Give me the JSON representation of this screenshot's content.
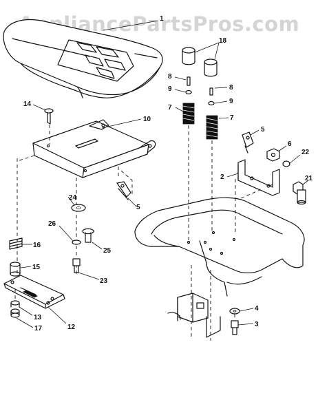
{
  "watermark": "AppliancePartsPros.com",
  "callouts": {
    "c1": "1",
    "c2": "2",
    "c3": "3",
    "c4": "4",
    "c5a": "5",
    "c5b": "5",
    "c6": "6",
    "c7a": "7",
    "c7b": "7",
    "c8a": "8",
    "c8b": "8",
    "c9a": "9",
    "c9b": "9",
    "c10": "10",
    "c12": "12",
    "c13": "13",
    "c14": "14",
    "c15": "15",
    "c16": "16",
    "c17": "17",
    "c18": "18",
    "c21": "21",
    "c22": "22",
    "c23": "23",
    "c24": "24",
    "c25": "25",
    "c26": "26"
  }
}
